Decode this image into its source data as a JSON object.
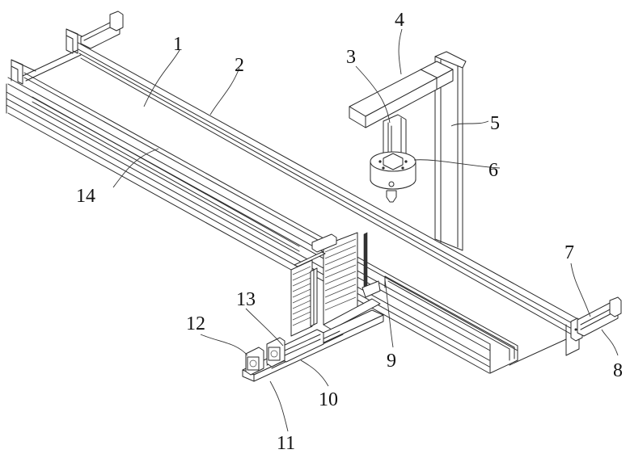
{
  "figure": {
    "type": "patent-style isometric line drawing",
    "subject": "conveyor / transfer apparatus with lifting head and stacking rack"
  },
  "labels": [
    {
      "id": "1",
      "text": "1"
    },
    {
      "id": "2",
      "text": "2"
    },
    {
      "id": "3",
      "text": "3"
    },
    {
      "id": "4",
      "text": "4"
    },
    {
      "id": "5",
      "text": "5"
    },
    {
      "id": "6",
      "text": "6"
    },
    {
      "id": "7",
      "text": "7"
    },
    {
      "id": "8",
      "text": "8"
    },
    {
      "id": "9",
      "text": "9"
    },
    {
      "id": "10",
      "text": "10"
    },
    {
      "id": "11",
      "text": "11"
    },
    {
      "id": "12",
      "text": "12"
    },
    {
      "id": "13",
      "text": "13"
    },
    {
      "id": "14",
      "text": "14"
    }
  ]
}
